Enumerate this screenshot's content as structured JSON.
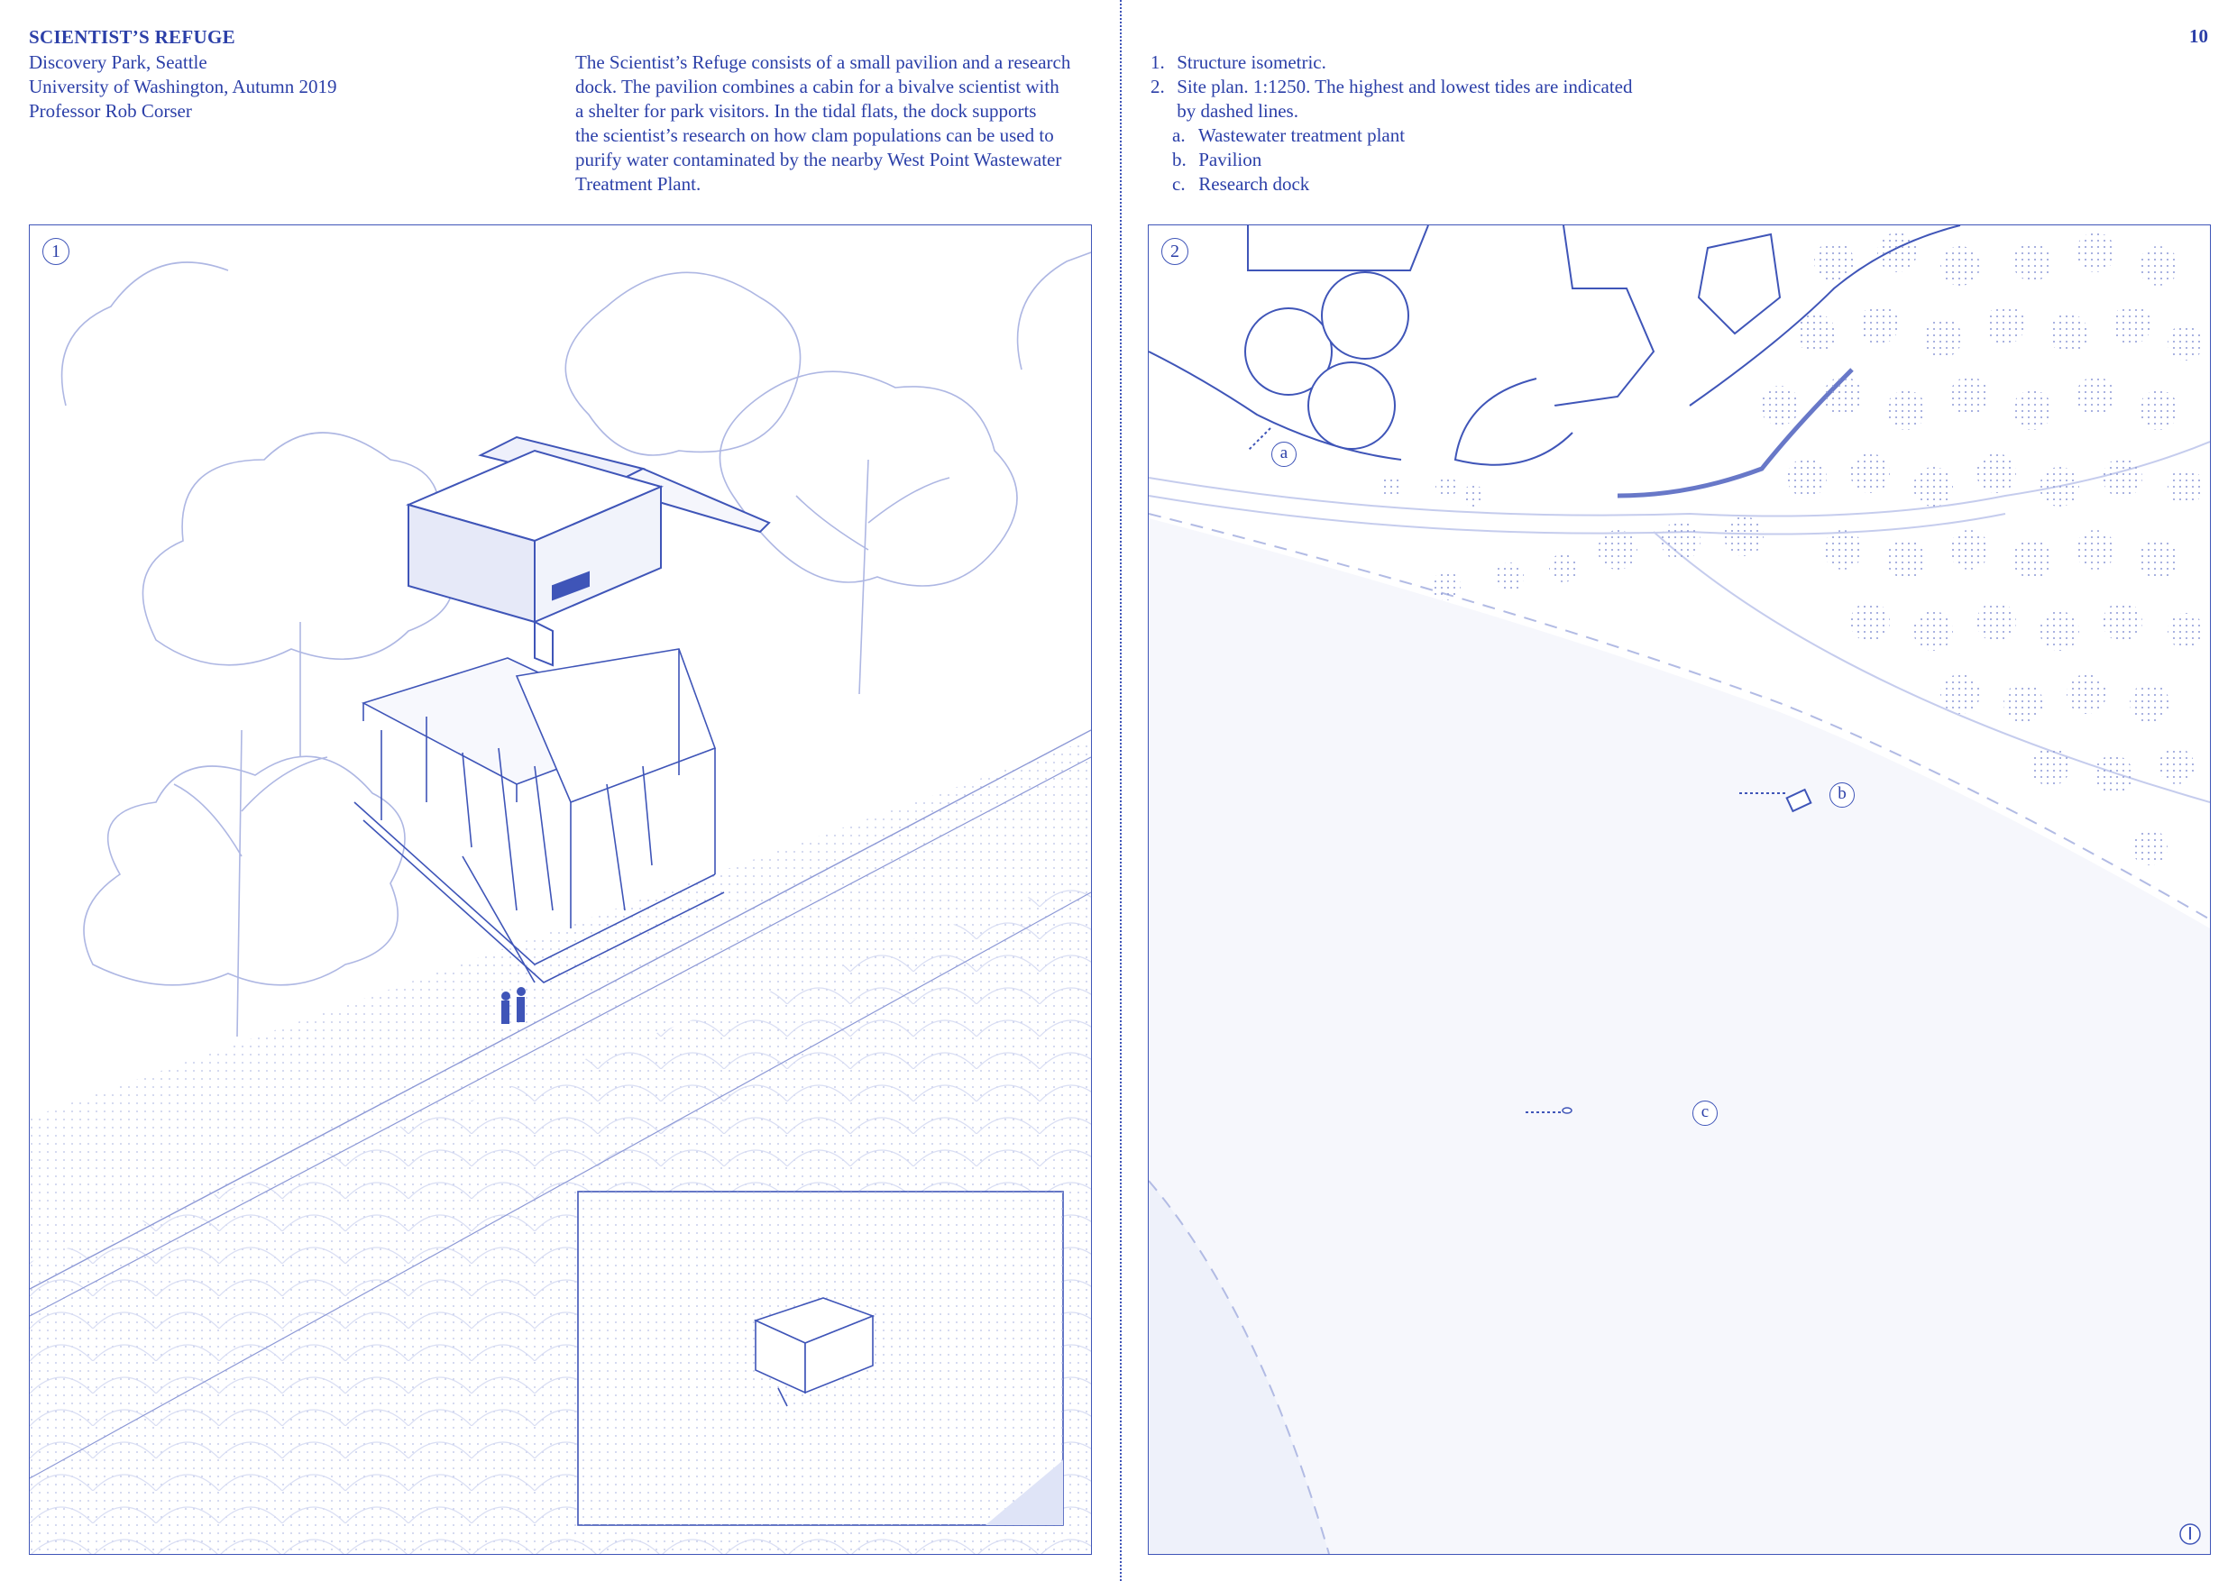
{
  "header": {
    "title": "SCIENTIST’S REFUGE",
    "lines": [
      "Discovery Park, Seattle",
      "University of Washington, Autumn 2019",
      "Professor Rob Corser"
    ],
    "page_number": "10"
  },
  "description": [
    "The Scientist’s Refuge consists of a small pavilion and a research",
    "dock. The pavilion combines a cabin for a bivalve scientist with",
    "a shelter for park visitors. In the tidal flats, the dock supports",
    "the scientist’s research on how clam populations can be used to",
    "purify water contaminated by the nearby West Point Wastewater",
    "Treatment Plant."
  ],
  "captions": {
    "items": [
      {
        "num": "1.",
        "text": "Structure isometric."
      },
      {
        "num": "2.",
        "text": "Site plan. 1:1250. The highest and lowest tides are indicated"
      },
      {
        "num": "",
        "text": "by dashed lines."
      }
    ],
    "sub": [
      {
        "letter": "a.",
        "text": "Wastewater treatment plant"
      },
      {
        "letter": "b.",
        "text": "Pavilion"
      },
      {
        "letter": "c.",
        "text": "Research dock"
      }
    ]
  },
  "figures": {
    "fig1_label": "1",
    "fig2_label": "2",
    "markers": {
      "a": "a",
      "b": "b",
      "c": "c"
    }
  },
  "colors": {
    "ink": "#2b3fa8",
    "line": "#3f55b8",
    "light": "#9aa6df",
    "fill": "#eef0fb"
  },
  "icons": [
    "north-arrow-icon"
  ]
}
